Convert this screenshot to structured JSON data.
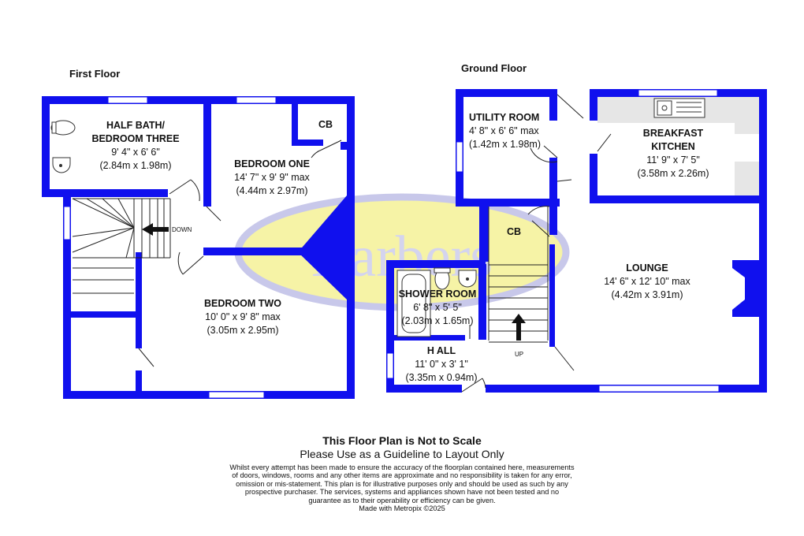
{
  "floors": {
    "first": "First Floor",
    "ground": "Ground Floor"
  },
  "rooms": {
    "half_bath": {
      "name1": "HALF BATH/",
      "name2": "BEDROOM THREE",
      "imperial": "9' 4\" x 6' 6\"",
      "metric": "(2.84m x 1.98m)"
    },
    "bedroom_one": {
      "name": "BEDROOM ONE",
      "imperial": "14' 7\" x 9' 9\" max",
      "metric": "(4.44m x 2.97m)"
    },
    "cb_first": {
      "name": "CB"
    },
    "bedroom_two": {
      "name": "BEDROOM TWO",
      "imperial": "10' 0\" x 9' 8\" max",
      "metric": "(3.05m x 2.95m)"
    },
    "utility": {
      "name": "UTILITY ROOM",
      "imperial": "4' 8\" x 6' 6\" max",
      "metric": "(1.42m x 1.98m)"
    },
    "kitchen": {
      "name1": "BREAKFAST",
      "name2": "KITCHEN",
      "imperial": "11' 9\" x 7' 5\"",
      "metric": "(3.58m x 2.26m)"
    },
    "cb_ground": {
      "name": "CB"
    },
    "lounge": {
      "name": "LOUNGE",
      "imperial": "14' 6\" x 12' 10\" max",
      "metric": "(4.42m x 3.91m)"
    },
    "shower": {
      "name": "SHOWER ROOM",
      "imperial": "6' 8\" x 5' 5\"",
      "metric": "(2.03m x 1.65m)"
    },
    "hall": {
      "name": "H ALL",
      "imperial": "11' 0\" x 3' 1\"",
      "metric": "(3.35m x 0.94m)"
    }
  },
  "stairs": {
    "down_label": "DOWN",
    "up_label": "UP"
  },
  "watermark": "Barbers",
  "disclaimer": {
    "title": "This Floor Plan is Not to Scale",
    "subtitle": "Please Use as a Guideline to Layout Only",
    "body": "Whilst every attempt has been made to ensure the accuracy of the floorplan contained here, measurements of doors, windows, rooms and any other items are approximate and no responsibility is taken for any error, omission or mis-statement. This plan is for illustrative purposes only and should be used as such by any prospective purchaser. The services, systems and appliances shown have not been tested and no guarantee as to their operability or efficiency can be given.",
    "credit": "Made with Metropix ©2025"
  },
  "colors": {
    "wall": "#1010ee",
    "watermark_fill": "#f6f3a6",
    "watermark_ring": "#c8c8ea"
  }
}
